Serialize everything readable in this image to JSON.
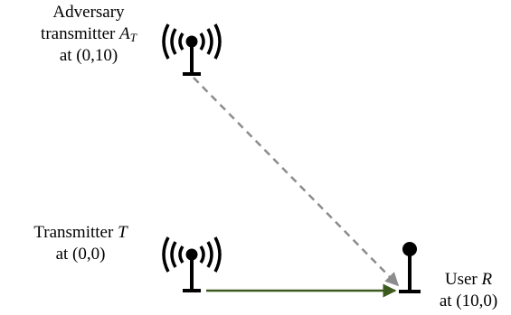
{
  "adversary": {
    "line1": "Adversary",
    "line2_text": "transmitter ",
    "symbol": "A",
    "subscript": "T",
    "line3": "at (0,10)"
  },
  "transmitter": {
    "line1_text": "Transmitter ",
    "symbol": "T",
    "line2": "at (0,0)"
  },
  "user": {
    "line1_text": "User ",
    "symbol": "R",
    "line2": "at (10,0)"
  },
  "colors": {
    "adversary_link": "#8c8c8c",
    "legit_link": "#3d5a1e",
    "antenna": "#000000"
  },
  "icons": {
    "transmitter_antenna": "radio-antenna-icon",
    "receiver_antenna": "receiver-antenna-icon"
  }
}
